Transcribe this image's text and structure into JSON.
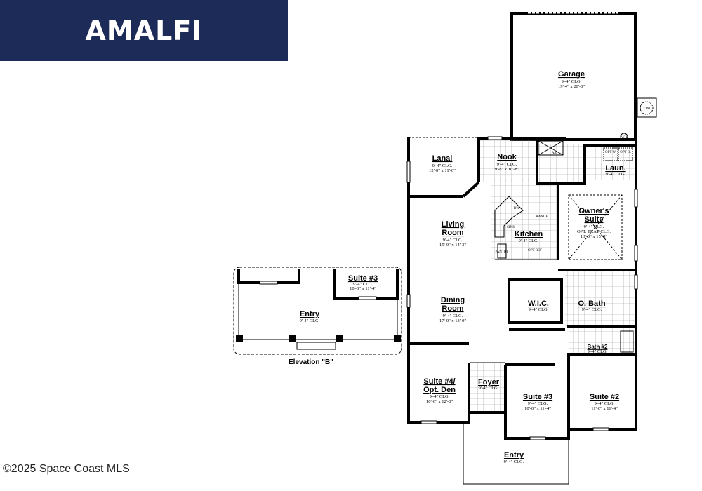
{
  "title": "AMALFI",
  "copyright": "©2025 Space Coast MLS",
  "colors": {
    "banner": "#1c2b57",
    "banner_text": "#ffffff"
  },
  "rooms": {
    "garage": {
      "name": "Garage",
      "ceiling": "9'-4\" CLG.",
      "size": "19'-4\" x 20'-0\""
    },
    "cond": "COND",
    "wh": "WH",
    "lanai": {
      "name": "Lanai",
      "ceiling": "9'-4\" CLG.",
      "size": "12'-0\" x 11'-0\""
    },
    "nook": {
      "name": "Nook",
      "ceiling": "9'-4\" CLG.",
      "size": "9'-8\" x 10'-8\""
    },
    "ac": "A/C",
    "laundry": {
      "name": "Laun.",
      "ceiling": "9'-4\" CLG.",
      "opt_w": "OPT W.",
      "opt_d": "OPT D."
    },
    "owners_suite": {
      "name_1": "Owner's",
      "name_2": "Suite",
      "ceiling": "9'-4\" CLG.",
      "tray": "OPT. TRAY CLG.",
      "size": "13'-0\" x 15'-8\""
    },
    "living_room": {
      "name_1": "Living",
      "name_2": "Room",
      "ceiling": "9'-4\" CLG.",
      "size": "15'-0\" x 14'-3\""
    },
    "kitchen": {
      "name": "Kitchen",
      "ceiling": "9'-4\" CLG.",
      "dw": "DW",
      "sink": "SINK",
      "range": "RANGE",
      "pantry": "PANTRY",
      "opt_ref": "OPT REF"
    },
    "dining_room": {
      "name_1": "Dining",
      "name_2": "Room",
      "ceiling": "9'-4\" CLG.",
      "size": "17'-0\" x 13'-0\""
    },
    "wic": {
      "name": "W.I.C.",
      "ceiling": "9'-4\" CLG."
    },
    "o_bath": {
      "name": "O. Bath",
      "ceiling": "9'-4\" CLG."
    },
    "bath_2": {
      "name": "Bath #2",
      "ceiling": "9'-4\" CLG."
    },
    "suite_4": {
      "name_1": "Suite #4/",
      "name_2": "Opt. Den",
      "ceiling": "9'-4\" CLG.",
      "size": "10'-0\" x 12'-0\""
    },
    "foyer": {
      "name": "Foyer",
      "ceiling": "9'-4\" CLG."
    },
    "suite_3": {
      "name": "Suite #3",
      "ceiling": "9'-4\" CLG.",
      "size": "10'-0\" x 11'-4\""
    },
    "suite_2": {
      "name": "Suite #2",
      "ceiling": "9'-4\" CLG.",
      "size": "11'-0\" x 11'-4\""
    },
    "entry": {
      "name": "Entry",
      "ceiling": "9'-4\" CLG."
    }
  },
  "elevation_b": {
    "label": "Elevation \"B\"",
    "suite_3": {
      "name": "Suite #3",
      "ceiling": "9'-4\" CLG.",
      "size": "10'-0\" x 11'-4\""
    },
    "entry": {
      "name": "Entry",
      "ceiling": "9'-4\" CLG."
    }
  }
}
